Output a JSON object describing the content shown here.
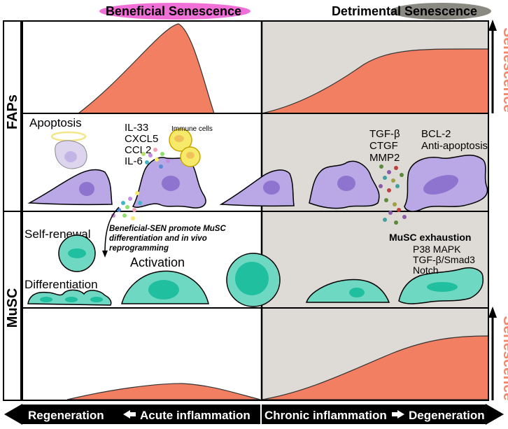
{
  "header": {
    "left_title": "Beneficial Senescence",
    "right_title": "Detrimental Senescence",
    "left_pill_color": "#f070d8",
    "right_pill_color": "#8a8a82"
  },
  "rows": {
    "faps_label": "FAPs",
    "musc_label": "MuSC"
  },
  "right_axis": {
    "top_label": "Senescence",
    "bottom_label": "Senescence",
    "label_color": "#f08a6c"
  },
  "faps": {
    "apoptosis": "Apoptosis",
    "cytokines": [
      "IL-33",
      "CXCL5",
      "CCL2",
      "IL-6"
    ],
    "immune_cells": "Immune cells",
    "factors": [
      "TGF-β",
      "CTGF",
      "MMP2"
    ],
    "bcl_lines": [
      "BCL-2",
      "Anti-apoptosis"
    ]
  },
  "musc": {
    "self_renewal": "Self-renewal",
    "differentiation": "Differentiation",
    "activation": "Activation",
    "note_lines": [
      "Beneficial-SEN promote MuSC",
      "differentiation and in vivo",
      "reprogramming"
    ],
    "exhaustion": "MuSC exhaustion",
    "pathways": [
      "P38 MAPK",
      "TGF-β/Smad3",
      "Notch"
    ]
  },
  "bottom_bar": {
    "regeneration": "Regeneration",
    "acute": "Acute inflammation",
    "chronic": "Chronic inflammation",
    "degeneration": "Degeneration"
  },
  "colors": {
    "curve": "#f37f62",
    "cell_purple": "#b9a7e6",
    "nucleus_purple": "#8e74cf",
    "musc_teal": "#6fd8c2",
    "musc_nucleus": "#20bfa0",
    "right_bg": "#dedad5",
    "immune_yellow": "#f7ea6a"
  }
}
